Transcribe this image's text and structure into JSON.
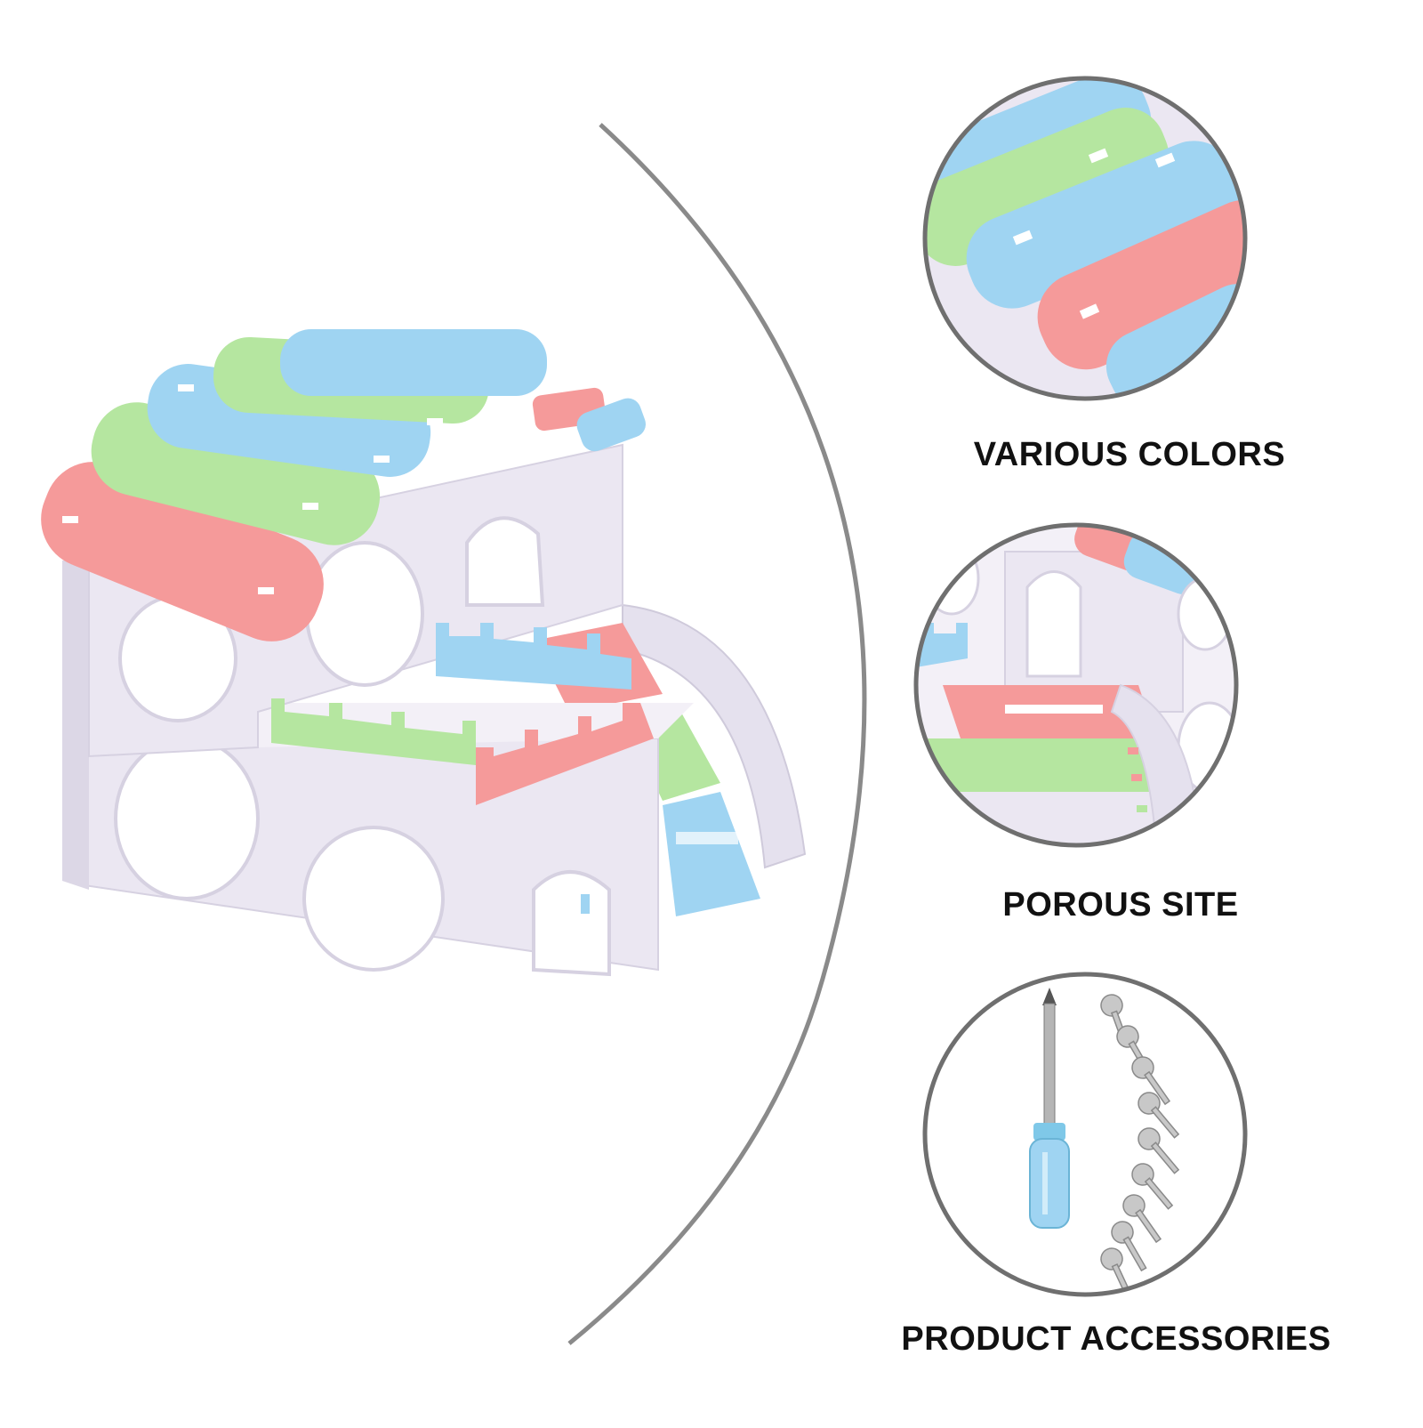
{
  "features": [
    {
      "label": "VARIOUS COLORS",
      "detail": "colorful-roof-boards"
    },
    {
      "label": "POROUS SITE",
      "detail": "holes-and-ramp"
    },
    {
      "label": "PRODUCT ACCESSORIES",
      "detail": "screwdriver-and-screws"
    }
  ],
  "colors": {
    "pink": "#f59a9a",
    "green": "#b5e6a0",
    "blue": "#9fd4f2",
    "house": "#ebe7f2",
    "house_shadow": "#d6d1e1",
    "ring": "#6f6f6f",
    "divider_arc": "#8a8a8a"
  }
}
